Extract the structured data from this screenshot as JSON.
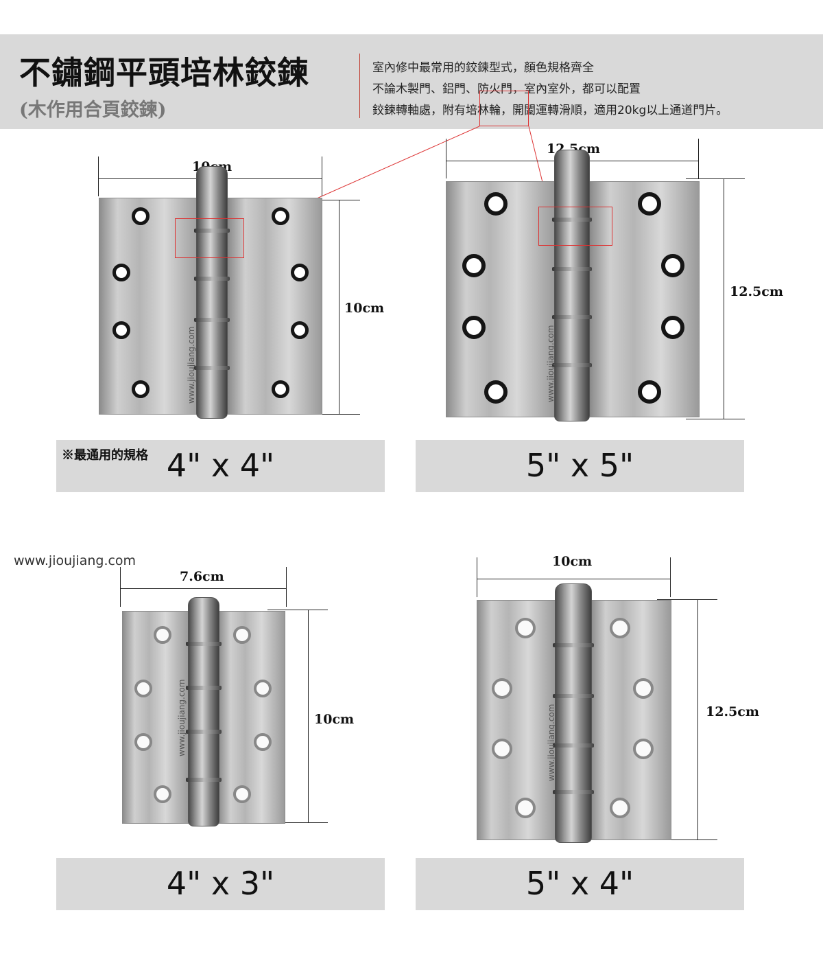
{
  "header": {
    "title": "不鏽鋼平頭培林鉸鍊",
    "subtitle": "(木作用合頁鉸鍊)",
    "description": [
      "室內修中最常用的鉸鍊型式，顏色規格齊全",
      "不論木製門、鋁門、防火門，室內室外，都可以配置",
      "鉸鍊轉軸處，附有培林輪，開闔運轉滑順，適用20kg以上通道門片。"
    ]
  },
  "site": "www.jioujiang.com",
  "hinges": [
    {
      "size": "4\" x 4\"",
      "width": "10cm",
      "height": "10cm",
      "note": "※最通用的規格"
    },
    {
      "size": "5\" x 5\"",
      "width": "12.5cm",
      "height": "12.5cm"
    },
    {
      "size": "4\" x 3\"",
      "width": "7.6cm",
      "height": "10cm"
    },
    {
      "size": "5\" x 4\"",
      "width": "10cm",
      "height": "12.5cm"
    }
  ],
  "colors": {
    "band": "#d9d9d9",
    "accent": "#d33333"
  }
}
